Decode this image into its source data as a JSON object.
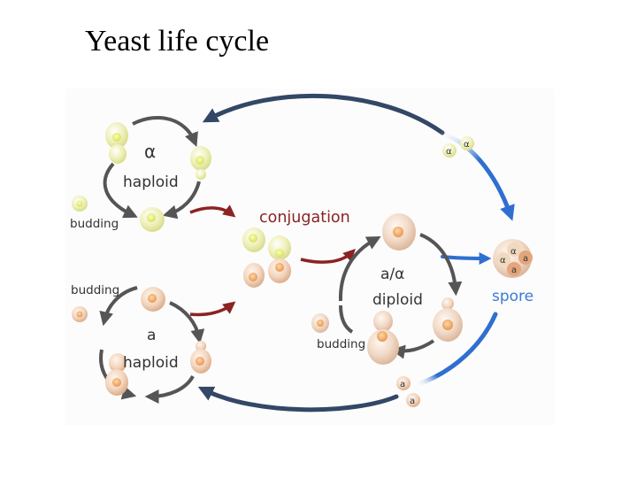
{
  "title": "Yeast life cycle",
  "labels": {
    "alpha_symbol": "α",
    "alpha_haploid": "haploid",
    "a_symbol": "a",
    "a_haploid": "haploid",
    "budding_alpha": "budding",
    "budding_a": "budding",
    "budding_diploid": "budding",
    "conjugation": "conjugation",
    "diploid_symbol": "a/α",
    "diploid": "diploid",
    "spore": "spore",
    "spore_alpha_1": "α",
    "spore_alpha_2": "α",
    "spore_alpha_3": "α",
    "spore_alpha_4": "α",
    "spore_a_1": "a",
    "spore_a_2": "a",
    "spore_a_3": "a",
    "spore_a_4": "a"
  },
  "colors": {
    "cycle_arrow": "#555555",
    "conjugation": "#8b2323",
    "spore_path": "#2f6fd0",
    "return_path": "#334766",
    "spore_label": "#3a7bd5",
    "label_text": "#333333",
    "alpha_cell": "#eef0b8",
    "a_cell": "#f3d6bf",
    "diploid_cell": "#f1d9c6"
  }
}
